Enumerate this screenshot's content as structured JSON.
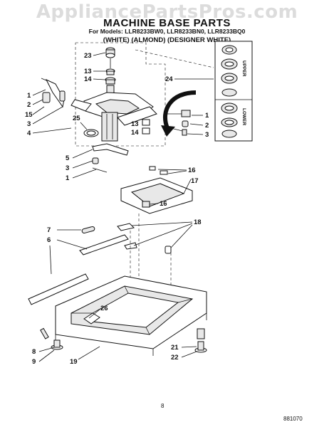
{
  "watermark": "AppliancePartsPros.com",
  "header": {
    "title": "MACHINE BASE PARTS",
    "models": "For Models: LLR8233BW0, LLR8233BN0, LLR8233BQ0",
    "variants": "(WHITE)   (ALMOND) (DESIGNER WHITE)"
  },
  "callouts": {
    "c23": "23",
    "c13a": "13",
    "c14a": "14",
    "c24": "24",
    "c1a": "1",
    "c2a": "2",
    "c15": "15",
    "c3a": "3",
    "c4": "4",
    "c25": "25",
    "c13b": "13",
    "c14b": "14",
    "c1b": "1",
    "c2b": "2",
    "c3b": "3",
    "c5": "5",
    "c3c": "3",
    "c1c": "1",
    "c16a": "16",
    "c17": "17",
    "c16b": "16",
    "c7": "7",
    "c6": "6",
    "c18": "18",
    "c26": "26",
    "c8": "8",
    "c9": "9",
    "c19": "19",
    "c21": "21",
    "c22": "22"
  },
  "side_labels": {
    "upper": "UPPER",
    "lower": "LOWER"
  },
  "footer": {
    "page": "8",
    "code": "881070"
  }
}
